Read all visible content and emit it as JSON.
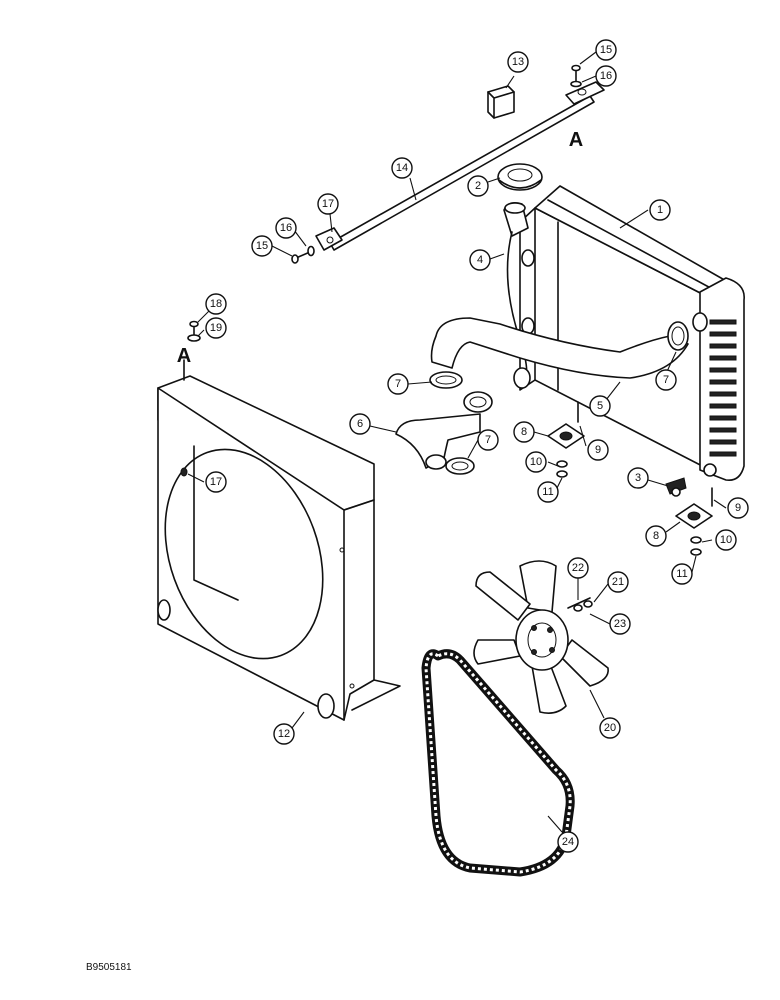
{
  "callouts": [
    {
      "id": "c1",
      "label": "1"
    },
    {
      "id": "c2",
      "label": "2"
    },
    {
      "id": "c3",
      "label": "3"
    },
    {
      "id": "c4",
      "label": "4"
    },
    {
      "id": "c5",
      "label": "5"
    },
    {
      "id": "c6",
      "label": "6"
    },
    {
      "id": "c7a",
      "label": "7"
    },
    {
      "id": "c7b",
      "label": "7"
    },
    {
      "id": "c7c",
      "label": "7"
    },
    {
      "id": "c8a",
      "label": "8"
    },
    {
      "id": "c8b",
      "label": "8"
    },
    {
      "id": "c9a",
      "label": "9"
    },
    {
      "id": "c9b",
      "label": "9"
    },
    {
      "id": "c10a",
      "label": "10"
    },
    {
      "id": "c10b",
      "label": "10"
    },
    {
      "id": "c11a",
      "label": "11"
    },
    {
      "id": "c11b",
      "label": "11"
    },
    {
      "id": "c12",
      "label": "12"
    },
    {
      "id": "c13",
      "label": "13"
    },
    {
      "id": "c14",
      "label": "14"
    },
    {
      "id": "c15a",
      "label": "15"
    },
    {
      "id": "c15b",
      "label": "15"
    },
    {
      "id": "c16a",
      "label": "16"
    },
    {
      "id": "c16b",
      "label": "16"
    },
    {
      "id": "c17a",
      "label": "17"
    },
    {
      "id": "c17b",
      "label": "17"
    },
    {
      "id": "c18",
      "label": "18"
    },
    {
      "id": "c19",
      "label": "19"
    },
    {
      "id": "c20",
      "label": "20"
    },
    {
      "id": "c21",
      "label": "21"
    },
    {
      "id": "c22",
      "label": "22"
    },
    {
      "id": "c23",
      "label": "23"
    },
    {
      "id": "c24",
      "label": "24"
    }
  ],
  "markers": [
    {
      "id": "ma",
      "label": "A"
    },
    {
      "id": "mb",
      "label": "A"
    }
  ],
  "reference_code": "B9505181"
}
